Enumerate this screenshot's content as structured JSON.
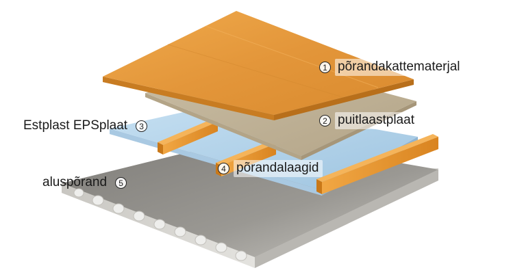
{
  "layers": [
    {
      "number": "1",
      "label": "põrandakattematerjal"
    },
    {
      "number": "2",
      "label": "puitlaastplaat"
    },
    {
      "number": "3",
      "label": "Estplast EPSplaat"
    },
    {
      "number": "4",
      "label": "põrandalaagid"
    },
    {
      "number": "5",
      "label": "aluspõrand"
    }
  ],
  "colors": {
    "floor_covering": "#e39a3e",
    "chipboard": "#c7b89c",
    "eps_board": "#bcd9ee",
    "joists": "#e8962f",
    "base_slab": "#8f8d88"
  }
}
